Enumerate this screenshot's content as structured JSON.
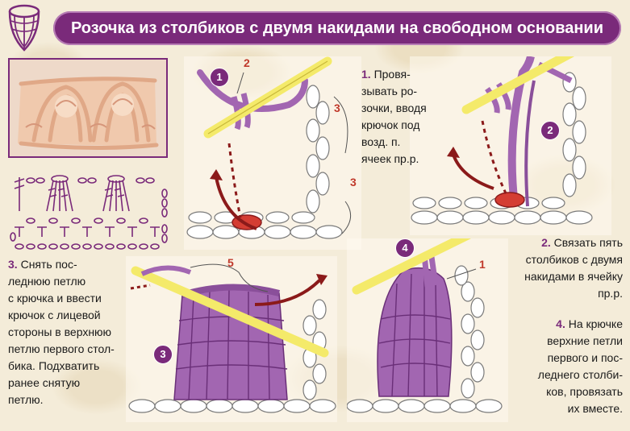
{
  "title": "Розочка из столбиков с двумя накидами на свободном основании",
  "steps": [
    {
      "number": "1.",
      "lines": [
        "Провя-",
        "зывать ро-",
        "зочки, вводя",
        "крючок под",
        "возд. п.",
        "ячеек пр.р."
      ]
    },
    {
      "number": "2.",
      "lines": [
        "Связать пять",
        "столбиков с двумя",
        "накидами в ячейку",
        "пр.р."
      ]
    },
    {
      "number": "3.",
      "lines": [
        "Снять пос-",
        "леднюю петлю",
        "с крючка и ввести",
        "крючок с лицевой",
        "стороны в верхнюю",
        "петлю первого стол-",
        "бика. Подхватить",
        "ранее снятую",
        "петлю."
      ]
    },
    {
      "number": "4.",
      "lines": [
        "На крючке",
        "верхние петли",
        "первого и пос-",
        "леднего столби-",
        "ков, провязать",
        "их вместе."
      ]
    }
  ],
  "badges": [
    "1",
    "2",
    "3",
    "4"
  ],
  "labels": {
    "p1_a": "2",
    "p1_b": "3",
    "p1_c": "3",
    "p3": "5",
    "p4": "1"
  },
  "colors": {
    "accent": "#7a2a7a",
    "yarn_purple": "#a266b1",
    "hook_yellow": "#f4ea6a",
    "arrow_red": "#8b1a1a",
    "label_red": "#c0392b"
  },
  "icons": [
    "yarn-ball-icon",
    "crochet-hook-icon"
  ]
}
